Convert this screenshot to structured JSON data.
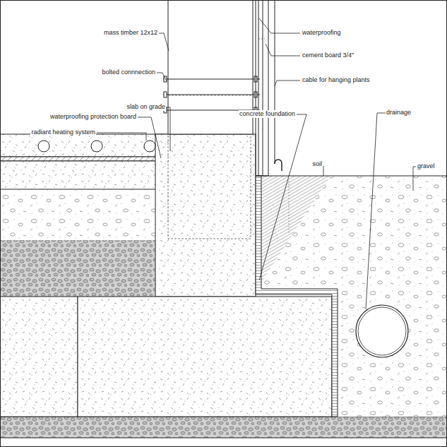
{
  "diagram": {
    "labels": [
      "mass timber 12x12",
      "bolted connnection",
      "slab on grade",
      "waterproofing protection board",
      "radiant heating system",
      "waterproofing",
      "cement board 3/4\"",
      "cable for hanging plants",
      "concrete foundation",
      "soil",
      "drainage",
      "gravel"
    ]
  }
}
